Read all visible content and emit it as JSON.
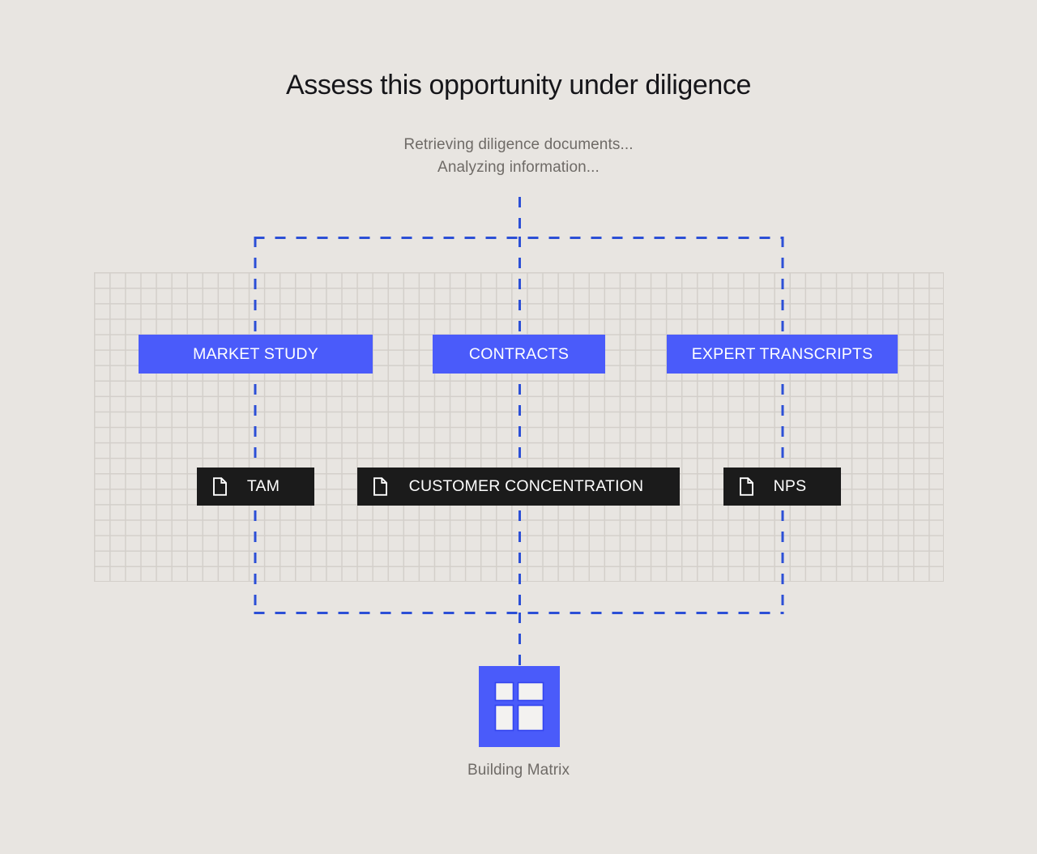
{
  "page": {
    "title": "Assess this opportunity under diligence",
    "background_color": "#e8e5e1",
    "accent_color": "#4a5bfa",
    "dark_color": "#1b1b1b",
    "muted_text_color": "#6f6b67"
  },
  "status": {
    "lines": [
      "Retrieving diligence documents...",
      "Analyzing information..."
    ]
  },
  "sources": [
    {
      "label": "MARKET STUDY",
      "icon": "none"
    },
    {
      "label": "CONTRACTS",
      "icon": "none"
    },
    {
      "label": "EXPERT TRANSCRIPTS",
      "icon": "none"
    }
  ],
  "documents": [
    {
      "label": "TAM",
      "icon": "document-icon"
    },
    {
      "label": "CUSTOMER CONCENTRATION",
      "icon": "document-icon"
    },
    {
      "label": "NPS",
      "icon": "document-icon"
    }
  ],
  "output": {
    "icon": "matrix-icon",
    "caption": "Building Matrix"
  }
}
